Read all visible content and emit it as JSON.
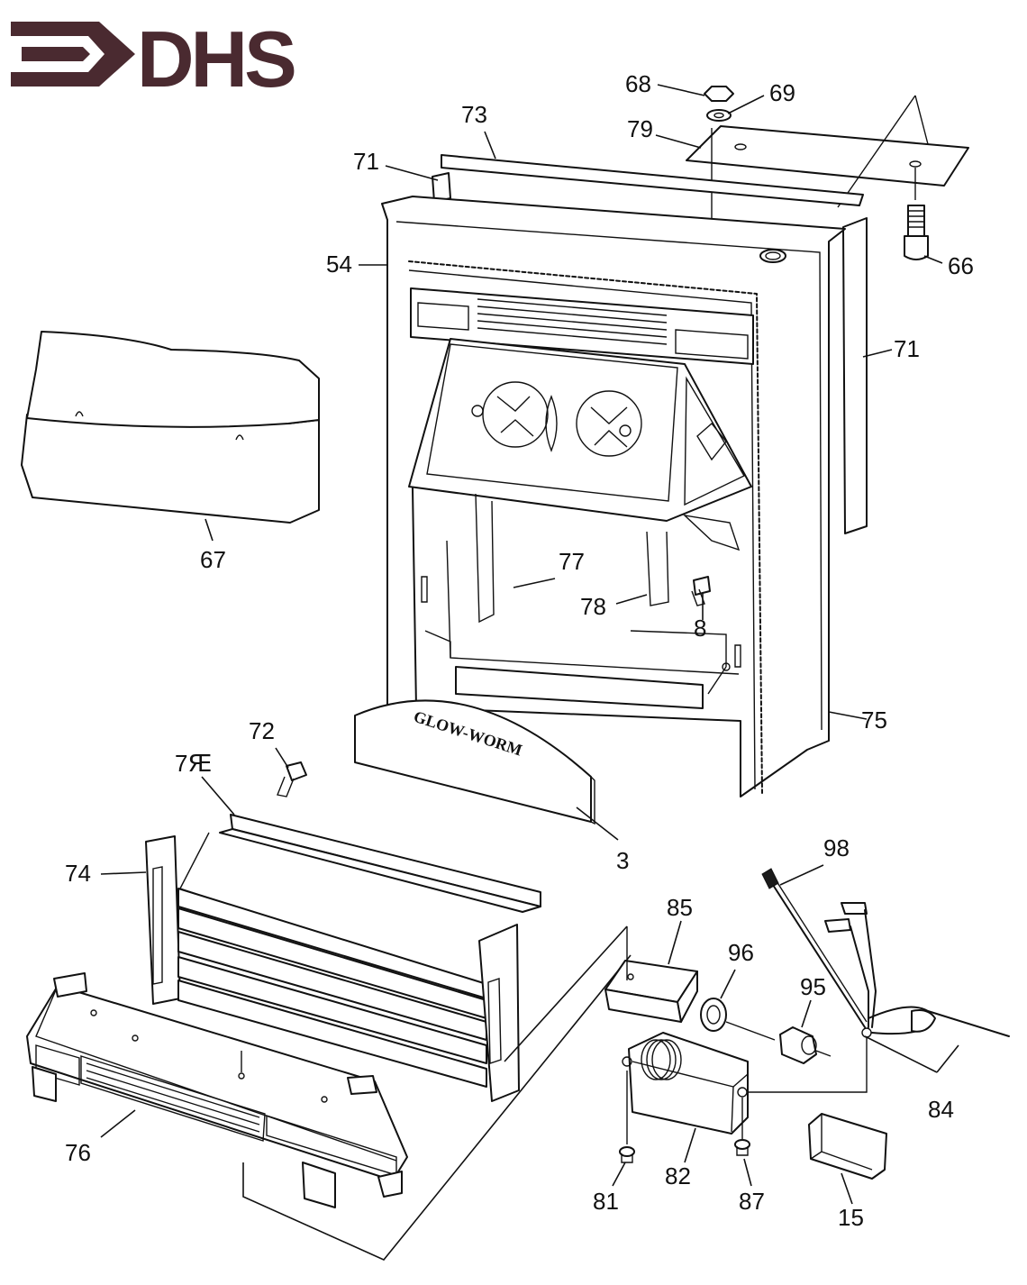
{
  "logo": {
    "text": "DHS",
    "color": "#4a2a30"
  },
  "plaque_text": "GLOW-WORM",
  "labels": {
    "l3": "3",
    "l8": "8",
    "l15": "15",
    "l54": "54",
    "l66": "66",
    "l67": "67",
    "l68": "68",
    "l69": "69",
    "l70": "7Ԙ",
    "l71a": "71",
    "l71b": "71",
    "l72": "72",
    "l73": "73",
    "l74": "74",
    "l75": "75",
    "l76": "76",
    "l77": "77",
    "l78": "78",
    "l79": "79",
    "l81": "81",
    "l82": "82",
    "l84": "84",
    "l85": "85",
    "l87": "87",
    "l95": "95",
    "l96": "96",
    "l98": "98"
  }
}
